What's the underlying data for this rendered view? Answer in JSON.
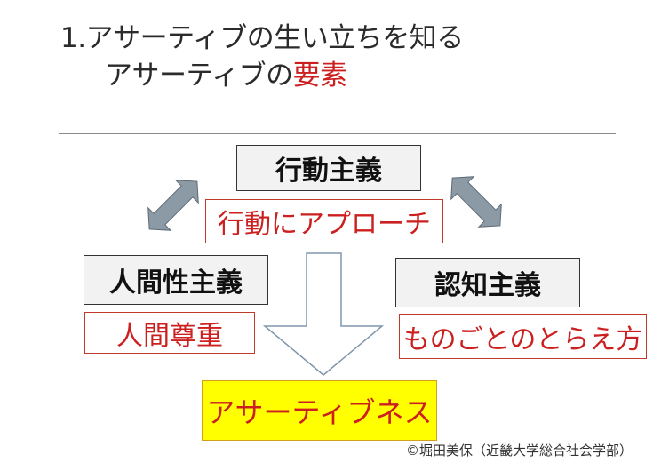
{
  "title": {
    "line1": "1.アサーティブの生い立ちを知る",
    "line2_prefix": "アサーティブの",
    "line2_highlight": "要素"
  },
  "diagram": {
    "behaviorism": "行動主義",
    "behavior_approach": "行動にアプローチ",
    "humanism": "人間性主義",
    "human_respect": "人間尊重",
    "cognitivism": "認知主義",
    "way_of_seeing": "ものごとのとらえ方",
    "assertiveness": "アサーティブネス"
  },
  "footer": {
    "copyright": "©堀田美保（近畿大学総合社会学部）"
  },
  "colors": {
    "accent_red": "#cc1f1f",
    "arrow_gray": "#8c9aa6",
    "highlight_yellow": "#ffff00"
  }
}
